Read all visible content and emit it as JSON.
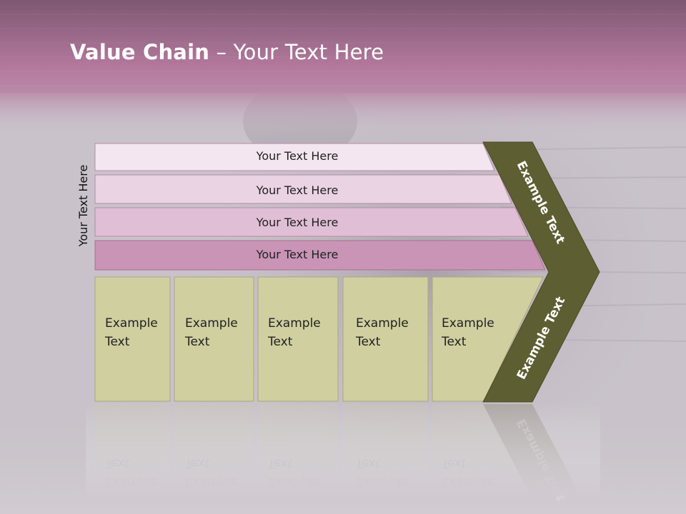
{
  "slide": {
    "title_bold": "Value Chain",
    "title_rest": " – Your Text Here",
    "side_label": "Your Text Here"
  },
  "bars": [
    {
      "label": "Your Text Here",
      "color": "#f3e6f0"
    },
    {
      "label": "Your Text Here",
      "color": "#ead3e3"
    },
    {
      "label": "Your Text Here",
      "color": "#e0bfd6"
    },
    {
      "label": "Your Text Here",
      "color": "#c994b6"
    }
  ],
  "columns": [
    {
      "line1": "Example",
      "line2": "Text"
    },
    {
      "line1": "Example",
      "line2": "Text"
    },
    {
      "line1": "Example",
      "line2": "Text"
    },
    {
      "line1": "Example",
      "line2": "Text"
    },
    {
      "line1": "Example",
      "line2": "Text"
    }
  ],
  "chevron": {
    "upper_label": "Example Text",
    "lower_label": "Example Text",
    "color": "#5e5e33"
  },
  "colors": {
    "header_top": "#7e5872",
    "header_mid": "#b57a9e",
    "body_bg": "#c9c2ca",
    "column_fill": "#cfcfa0",
    "column_stroke": "#a8a87e"
  }
}
